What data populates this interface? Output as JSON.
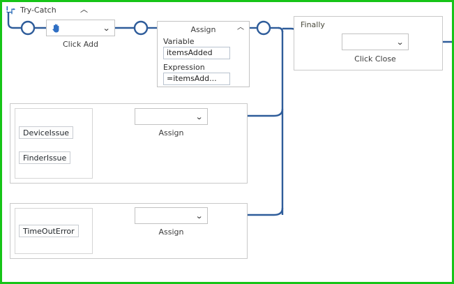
{
  "canvas": {
    "border_color": "#16c417",
    "line_color": "#2e5c9a",
    "background": "#ffffff"
  },
  "header": {
    "icon": "try-catch-flow-icon",
    "title": "Try-Catch",
    "collapse_chevron": "︿"
  },
  "try_branch": {
    "action": {
      "icon": "hand-click-icon",
      "chevron": "⌄",
      "caption": "Click Add"
    },
    "assign_card": {
      "title": "Assign",
      "collapse_chevron": "︿",
      "variable_label": "Variable",
      "variable_value": "itemsAdded",
      "expression_label": "Expression",
      "expression_value": "=itemsAdd..."
    }
  },
  "finally_branch": {
    "label": "Finally",
    "action": {
      "chevron": "⌄",
      "caption": "Click Close"
    }
  },
  "catch_branches": [
    {
      "name": "catch-device-finder",
      "chips": [
        "DeviceIssue",
        "FinderIssue"
      ],
      "action": {
        "chevron": "⌄",
        "caption": "Assign"
      }
    },
    {
      "name": "catch-timeout",
      "chips": [
        "TimeOutError"
      ],
      "action": {
        "chevron": "⌄",
        "caption": "Assign"
      }
    }
  ]
}
